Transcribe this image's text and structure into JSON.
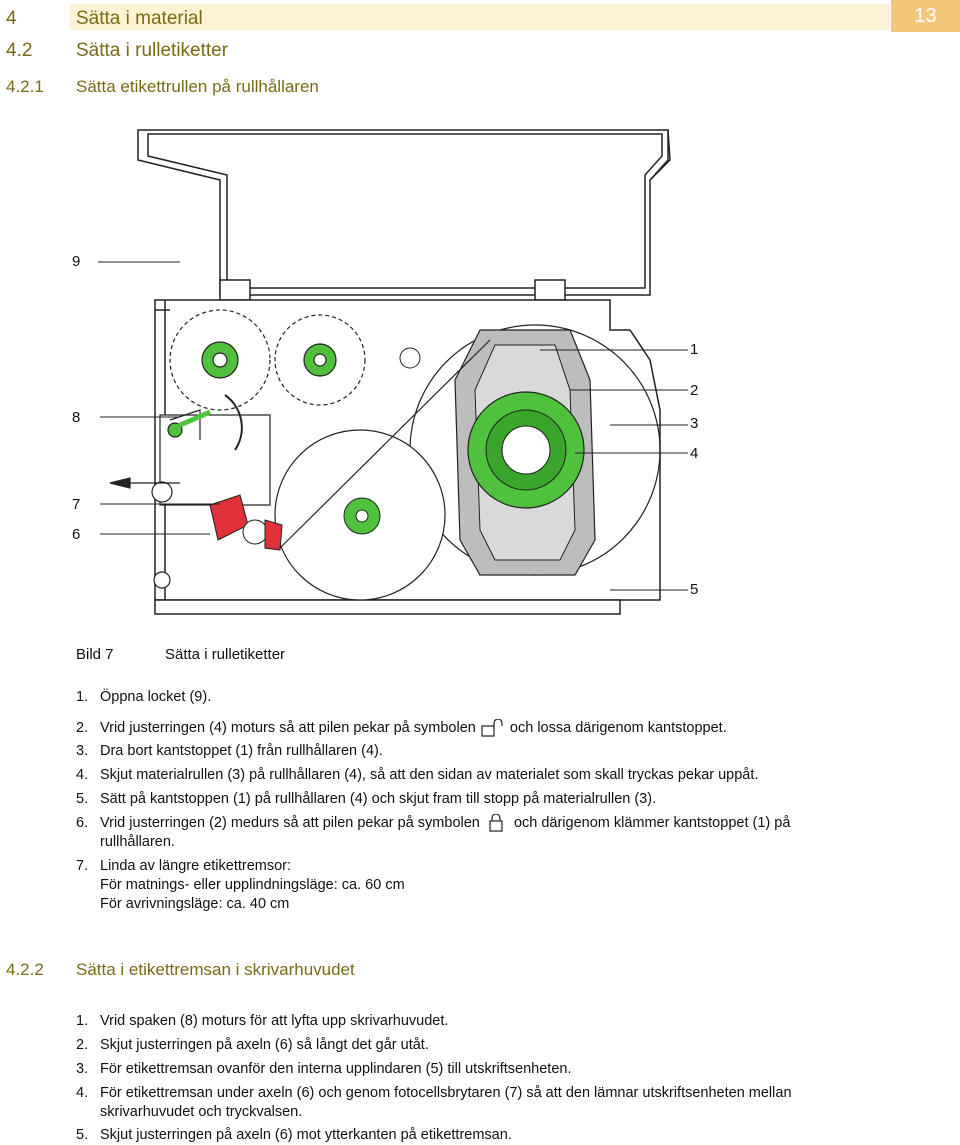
{
  "header": {
    "chapter_number": "4",
    "chapter_title": "Sätta i material",
    "page_number": "13"
  },
  "section": {
    "number": "4.2",
    "title": "Sätta i rulletiketter"
  },
  "subsection1": {
    "number": "4.2.1",
    "title": "Sätta etikettrullen på rullhållaren"
  },
  "figure": {
    "callouts": [
      "9",
      "1",
      "2",
      "3",
      "4",
      "8",
      "7",
      "6",
      "5"
    ],
    "caption_label": "Bild 7",
    "caption_text": "Sätta i rulletiketter",
    "colors": {
      "accent_green": "#4fc13c",
      "accent_red": "#e0303a",
      "gray_body": "#bdbdbd"
    }
  },
  "steps1": [
    {
      "n": "1.",
      "text": "Öppna locket (9)."
    },
    {
      "n": "2.",
      "pre": "Vrid justerringen (4) moturs så att pilen pekar på symbolen",
      "post": "och lossa därigenom kantstoppet.",
      "icon": "unlock-icon"
    },
    {
      "n": "3.",
      "text": "Dra bort kantstoppet (1) från rullhållaren (4)."
    },
    {
      "n": "4.",
      "text": "Skjut materialrullen (3) på rullhållaren (4), så att den sidan av materialet som skall tryckas pekar uppåt."
    },
    {
      "n": "5.",
      "text": "Sätt på kantstoppen (1) på rullhållaren (4) och skjut fram till stopp på materialrullen (3)."
    },
    {
      "n": "6.",
      "pre": "Vrid justerringen (2) medurs så att pilen pekar på symbolen",
      "post": "och därigenom klämmer kantstoppet (1) på",
      "cont": "rullhållaren.",
      "icon": "lock-icon"
    },
    {
      "n": "7.",
      "text": "Linda av längre etikettremsor:",
      "line2": "För matnings- eller upplindningsläge: ca. 60 cm",
      "line3": "För avrivningsläge: ca. 40 cm"
    }
  ],
  "subsection2": {
    "number": "4.2.2",
    "title": "Sätta i etikettremsan i skrivarhuvudet"
  },
  "steps2": [
    {
      "n": "1.",
      "text": "Vrid spaken (8) moturs för att lyfta upp skrivarhuvudet."
    },
    {
      "n": "2.",
      "text": "Skjut justerringen på axeln (6) så långt det går utåt."
    },
    {
      "n": "3.",
      "text": "För etikettremsan ovanför den interna upplindaren (5) till utskriftsenheten."
    },
    {
      "n": "4.",
      "text": "För etikettremsan under axeln (6) och genom fotocellsbrytaren (7) så att den lämnar utskriftsenheten mellan",
      "line2": "skrivarhuvudet och tryckvalsen."
    },
    {
      "n": "5.",
      "text": "Skjut justerringen på axeln (6) mot ytterkanten på etikettremsan."
    }
  ]
}
